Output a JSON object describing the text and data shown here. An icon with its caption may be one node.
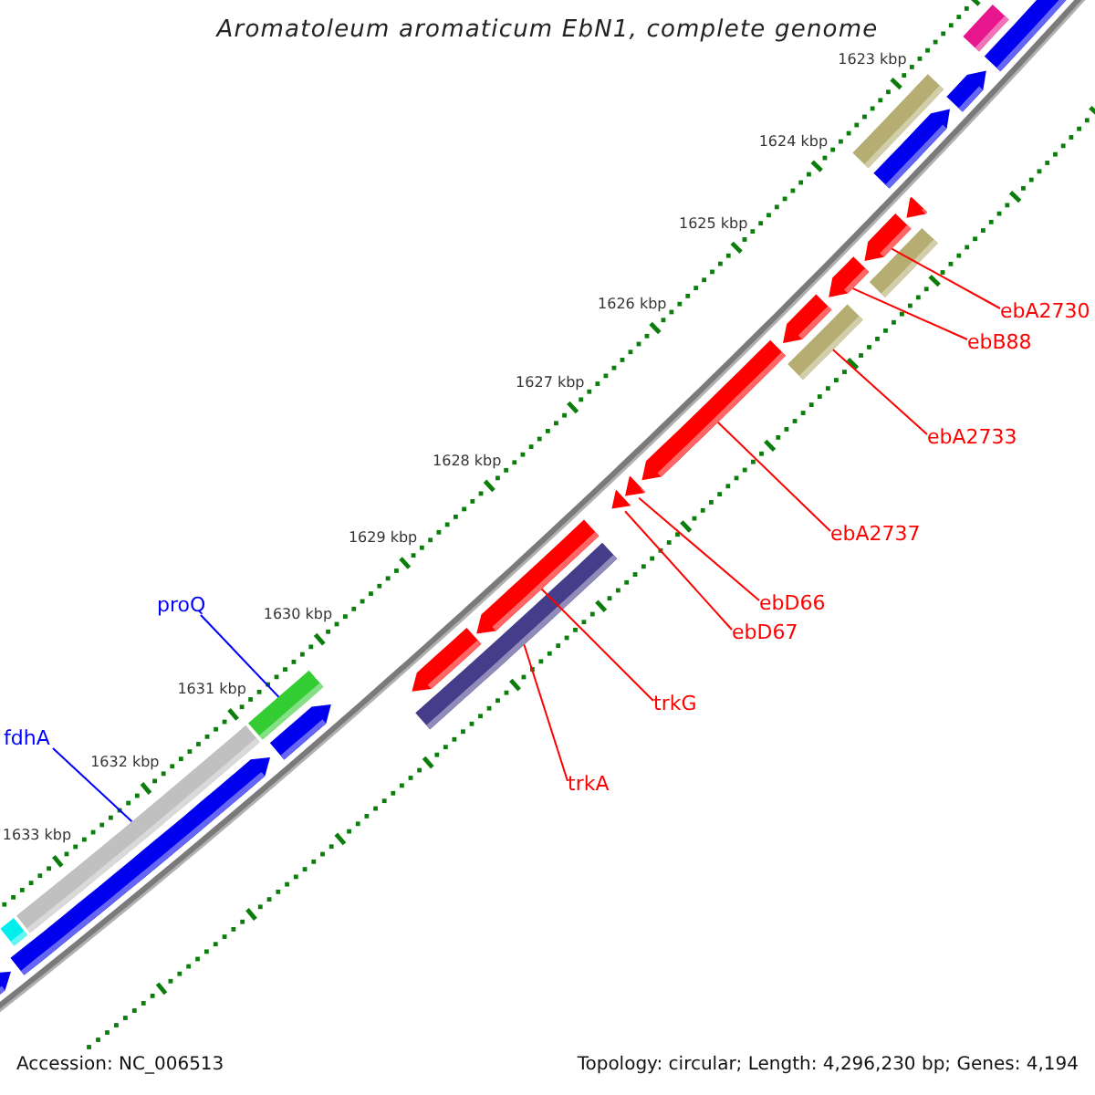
{
  "diagram": {
    "title": "Aromatoleum aromaticum EbN1, complete genome",
    "nodes": [
      {
        "text": [],
        "shape": "bar"
      },
      {
        "text": [],
        "shape": "arrow"
      },
      {
        "text": [],
        "shape": "arrow"
      },
      {
        "text": [],
        "shape": "bar"
      },
      {
        "text": [],
        "shape": "arrow"
      },
      {
        "text": [],
        "shape": "arrow"
      },
      {
        "text": [],
        "shape": "arrow"
      },
      {
        "text": [],
        "shape": "bar"
      },
      {
        "text": [],
        "shape": "arrow"
      },
      {
        "text": [],
        "shape": "arrow"
      },
      {
        "text": [],
        "shape": "bar"
      },
      {
        "text": [],
        "shape": "arrow"
      },
      {
        "text": [],
        "shape": "arrow"
      },
      {
        "text": [],
        "shape": "arrow"
      },
      {
        "text": [],
        "shape": "arrow"
      },
      {
        "text": [],
        "shape": "arrow"
      },
      {
        "text": [],
        "shape": "bar"
      },
      {
        "text": [],
        "shape": "bar"
      },
      {
        "text": [],
        "shape": "arrow"
      },
      {
        "text": [],
        "shape": "bar"
      },
      {
        "text": [],
        "shape": "arrow"
      },
      {
        "text": [],
        "shape": "bar"
      },
      {
        "text": [],
        "shape": "arrow"
      },
      {
        "text": [
          "ebA2730"
        ]
      },
      {
        "text": [
          "ebB88"
        ]
      },
      {
        "text": [
          "ebA2733"
        ]
      },
      {
        "text": [
          "ebA2737"
        ]
      },
      {
        "text": [
          "ebD66"
        ]
      },
      {
        "text": [
          "proQ"
        ]
      },
      {
        "text": [
          "ebD67"
        ]
      },
      {
        "text": [
          "trkG"
        ]
      },
      {
        "text": [
          "fdhA"
        ]
      },
      {
        "text": [
          "trkA"
        ]
      }
    ],
    "edges": [
      {
        "from": 23,
        "to": 6,
        "arrow": "none"
      },
      {
        "from": 24,
        "to": 8,
        "arrow": "none"
      },
      {
        "from": 25,
        "to": 10,
        "arrow": "none"
      },
      {
        "from": 26,
        "to": 11,
        "arrow": "none"
      },
      {
        "from": 27,
        "to": 12,
        "arrow": "none"
      },
      {
        "from": 28,
        "to": 17,
        "arrow": "none",
        "color": "#0000ff"
      },
      {
        "from": 29,
        "to": 13,
        "arrow": "none"
      },
      {
        "from": 30,
        "to": 14,
        "arrow": "none"
      },
      {
        "from": 31,
        "to": 19,
        "arrow": "none",
        "color": "#0000ff"
      },
      {
        "from": 32,
        "to": 16,
        "arrow": "none"
      }
    ],
    "labels": [
      "1623 kbp",
      "1624 kbp",
      "1625 kbp",
      "1626 kbp",
      "1627 kbp",
      "1628 kbp",
      "1629 kbp",
      "1630 kbp",
      "1631 kbp",
      "1632 kbp",
      "1633 kbp",
      "Accession: NC_006513",
      "Topology: circular; Length: 4,296,230 bp; Genes: 4,194"
    ]
  }
}
